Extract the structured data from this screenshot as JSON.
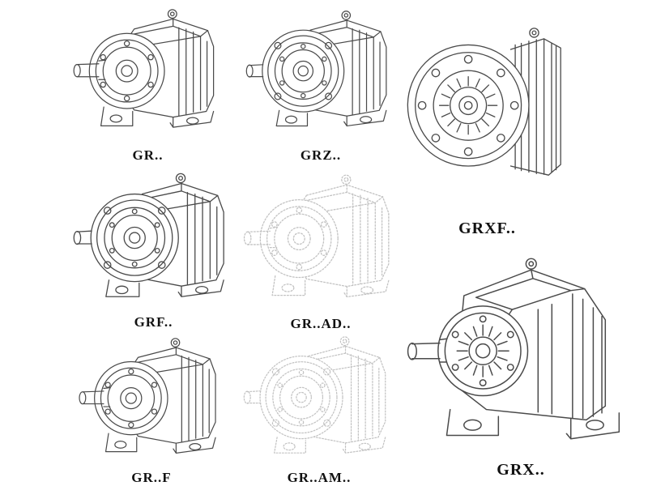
{
  "page": {
    "background": "#ffffff"
  },
  "colors": {
    "line": "#4a4a4a",
    "ghost": "#c2c2c2",
    "label": "#111111"
  },
  "models": [
    {
      "label": "GR..",
      "variant": "solid",
      "symbol": "#gear-std"
    },
    {
      "label": "GRZ..",
      "variant": "solid",
      "symbol": "#gear-flange"
    },
    {
      "label": "GRXF..",
      "variant": "solid",
      "symbol": "#gear-bigflange"
    },
    {
      "label": "GRF..",
      "variant": "solid",
      "symbol": "#gear-flange"
    },
    {
      "label": "GR..AD..",
      "variant": "ghost",
      "symbol": "#gear-std"
    },
    {
      "label": "GR..F",
      "variant": "solid",
      "symbol": "#gear-std"
    },
    {
      "label": "GR..AM..",
      "variant": "ghost",
      "symbol": "#gear-flange"
    },
    {
      "label": "GRX..",
      "variant": "solid",
      "symbol": "#gear-bigfoot"
    }
  ]
}
